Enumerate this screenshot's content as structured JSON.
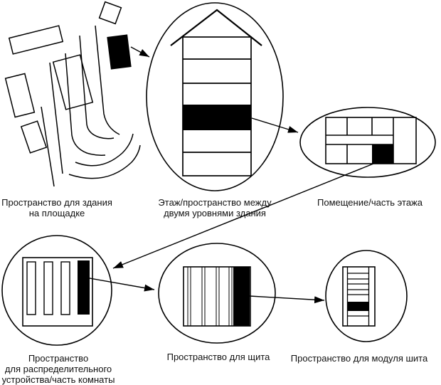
{
  "diagram": {
    "type": "hierarchy-diagram",
    "language": "ru",
    "colors": {
      "background": "#ffffff",
      "line": "#000000",
      "highlight": "#000000"
    },
    "nodes": [
      {
        "id": "building-site",
        "icon": "site-plan-with-highlighted-building",
        "label_lines": [
          "Пространство для здания",
          "на площадке"
        ]
      },
      {
        "id": "floor",
        "icon": "building-elevation-with-highlighted-floor",
        "label_lines": [
          "Этаж/пространство между",
          "двумя уровнями здания"
        ]
      },
      {
        "id": "room",
        "icon": "floor-plan-with-highlighted-room",
        "label_lines": [
          "Помещение/часть этажа"
        ]
      },
      {
        "id": "switchgear-space",
        "icon": "room-with-highlighted-cabinet",
        "label_lines": [
          "Пространство",
          "для распределительного",
          "устройства/часть комнаты"
        ]
      },
      {
        "id": "panel-space",
        "icon": "panel-with-highlighted-section",
        "label_lines": [
          "Пространство для щита"
        ]
      },
      {
        "id": "panel-module-space",
        "icon": "rack-with-highlighted-module",
        "label_lines": [
          "Пространство для модуля шита"
        ]
      }
    ],
    "edges": [
      {
        "from": "building-site",
        "to": "floor"
      },
      {
        "from": "floor",
        "to": "room"
      },
      {
        "from": "room",
        "to": "switchgear-space"
      },
      {
        "from": "switchgear-space",
        "to": "panel-space"
      },
      {
        "from": "panel-space",
        "to": "panel-module-space"
      }
    ]
  }
}
